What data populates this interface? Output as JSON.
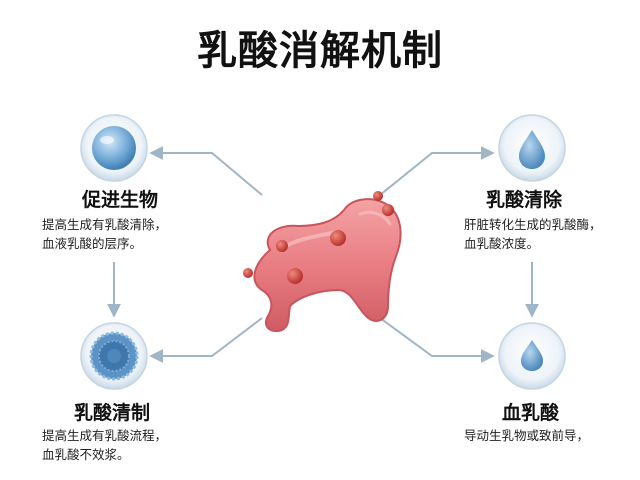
{
  "title": "乳酸消解机制",
  "nodes": {
    "top_left": {
      "label": "促进生物",
      "desc": [
        "提高生成有乳酸清除，",
        "血液乳酸的层序。"
      ]
    },
    "top_right": {
      "label": "乳酸清除",
      "desc": [
        "肝脏转化生成的乳酸酶，",
        "血乳酸浓度。"
      ]
    },
    "bottom_left": {
      "label": "乳酸清制",
      "desc": [
        "提高生成有乳酸流程，",
        "血乳酸不效浆。"
      ]
    },
    "bottom_right": {
      "label": "血乳酸",
      "desc": [
        "导动生乳物或致前导，"
      ]
    }
  },
  "colors": {
    "arrow": "#9fb6c9",
    "organ": "#e57b80",
    "organ_dark": "#c85560",
    "dot": "#c03a35",
    "cell_blue": "#6fa4cf",
    "drop_blue": "#7aa9d2"
  }
}
